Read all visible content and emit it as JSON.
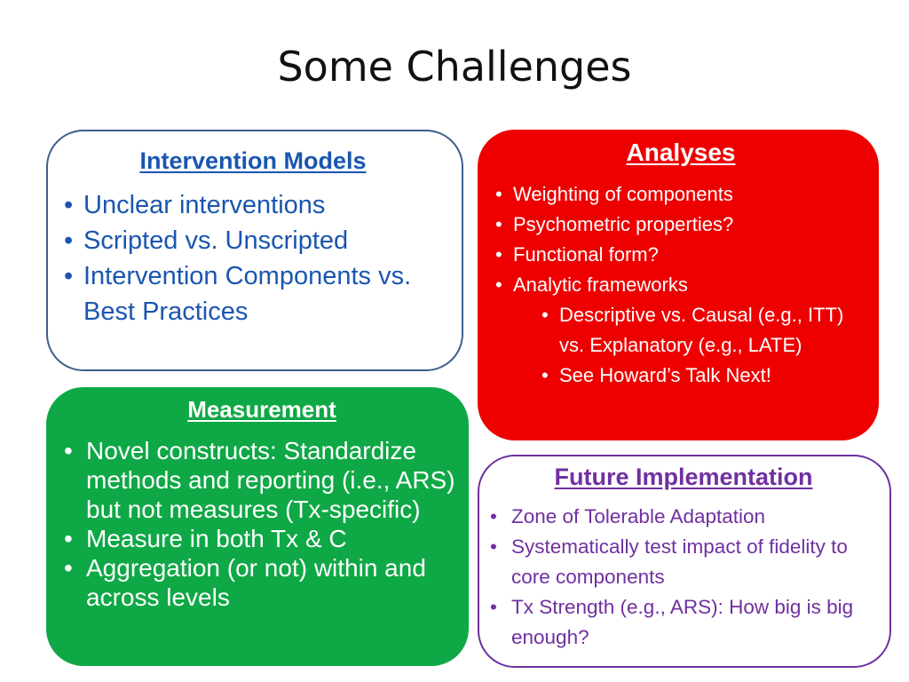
{
  "title": "Some Challenges",
  "colors": {
    "intervention": "#1a56b0",
    "intervention_border": "#3d5f8c",
    "analyses_bg": "#ee0000",
    "measurement_bg": "#0fa846",
    "future": "#7030a0"
  },
  "intervention_models": {
    "heading": "Intervention Models",
    "items": [
      "Unclear interventions",
      "Scripted vs. Unscripted",
      "Intervention Components vs. Best Practices"
    ]
  },
  "analyses": {
    "heading": "Analyses",
    "items": [
      "Weighting of components",
      "Psychometric properties?",
      "Functional form?",
      "Analytic frameworks"
    ],
    "subitems": [
      "Descriptive vs. Causal (e.g., ITT) vs. Explanatory (e.g., LATE)",
      "See Howard’s Talk Next!"
    ]
  },
  "measurement": {
    "heading": "Measurement",
    "items": [
      "Novel constructs: Standardize methods and reporting (i.e., ARS) but not measures (Tx-specific)",
      "Measure in both Tx & C",
      "Aggregation (or not) within and across levels"
    ]
  },
  "future_implementation": {
    "heading": "Future Implementation",
    "items": [
      "Zone of Tolerable Adaptation",
      "Systematically test impact of fidelity to core components",
      "Tx Strength (e.g., ARS): How big is big enough?"
    ]
  }
}
